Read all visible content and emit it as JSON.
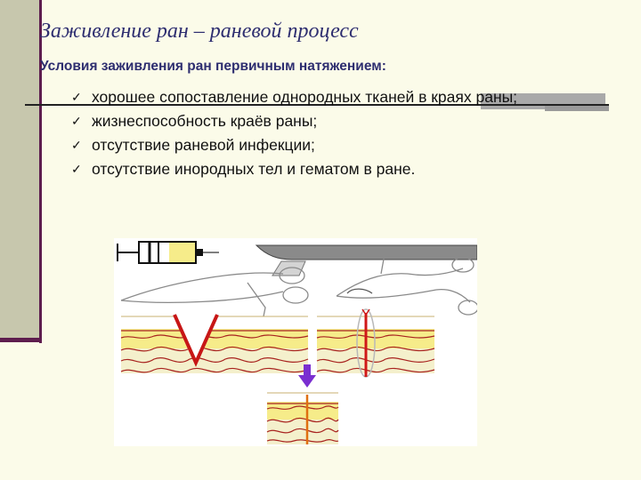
{
  "slide": {
    "title": "Заживление ран – раневой процесс",
    "subtitle": "Условия заживления ран первичным натяжением:",
    "bullets": [
      "хорошее сопоставление однородных тканей в краях раны;",
      "жизнеспособность краёв раны;",
      "отсутствие раневой инфекции;",
      "отсутствие инородных тел и гематом в ране."
    ],
    "bullet_marker": "✓",
    "figure_icons": [
      "syringe-icon",
      "scalpel-icon",
      "scissors-icon",
      "needle-holder-icon",
      "arrow-down-icon"
    ]
  },
  "colors": {
    "background": "#fbfbe9",
    "left_bar": "#c7c7ad",
    "accent": "#5e1d4e",
    "title": "#2e2e70",
    "skin_fat": "#f6ec8a",
    "tissue": "#a8231f",
    "suture": "#e01515",
    "arrow": "#7a2ed0"
  }
}
